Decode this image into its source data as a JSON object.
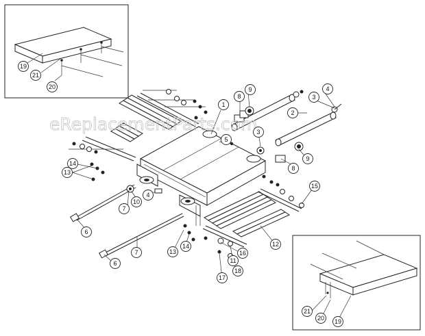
{
  "watermark": "eReplacementParts.com",
  "callouts": {
    "inset_top_left": [
      "19",
      "21",
      "20"
    ],
    "inset_bottom_right": [
      "21",
      "20",
      "19"
    ],
    "main": [
      "1",
      "2",
      "3",
      "3",
      "4",
      "4",
      "5",
      "6",
      "6",
      "7",
      "7",
      "8",
      "8",
      "9",
      "9",
      "10",
      "11",
      "12",
      "13",
      "13",
      "14",
      "14",
      "15",
      "16",
      "17",
      "18"
    ]
  },
  "colors": {
    "line": "#222222",
    "watermark": "#c8c8c8",
    "background": "#ffffff"
  }
}
